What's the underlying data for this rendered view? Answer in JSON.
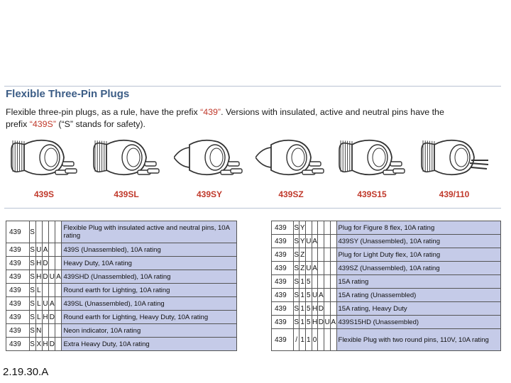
{
  "heading": "Flexible Three-Pin Plugs",
  "intro": {
    "line1_a": "Flexible three-pin plugs, as a rule, have the prefix ",
    "line1_code": "“439”",
    "line1_b": ". Versions with insulated, active and neutral pins have the",
    "line2_a": "prefix ",
    "line2_code": "“439S”",
    "line2_b": " (“S” stands for safety)."
  },
  "plugs": [
    {
      "label": "439S",
      "icon": "plug-icon"
    },
    {
      "label": "439SL",
      "icon": "plug-icon"
    },
    {
      "label": "439SY",
      "icon": "plug-icon"
    },
    {
      "label": "439SZ",
      "icon": "plug-icon"
    },
    {
      "label": "439S15",
      "icon": "plug-icon"
    },
    {
      "label": "439/110",
      "icon": "plug-icon"
    }
  ],
  "left_table": [
    {
      "prefix": "439",
      "chars": [
        "S",
        "",
        "",
        "",
        ""
      ],
      "desc": "Flexible Plug with insulated active and neutral pins, 10A rating",
      "tall": true
    },
    {
      "prefix": "439",
      "chars": [
        "S",
        "U",
        "A",
        "",
        ""
      ],
      "desc": "439S (Unassembled), 10A rating"
    },
    {
      "prefix": "439",
      "chars": [
        "S",
        "H",
        "D",
        "",
        ""
      ],
      "desc": "Heavy Duty, 10A rating"
    },
    {
      "prefix": "439",
      "chars": [
        "S",
        "H",
        "D",
        "U",
        "A"
      ],
      "desc": "439SHD (Unassembled), 10A rating"
    },
    {
      "prefix": "439",
      "chars": [
        "S",
        "L",
        "",
        "",
        ""
      ],
      "desc": "Round earth for Lighting, 10A rating"
    },
    {
      "prefix": "439",
      "chars": [
        "S",
        "L",
        "U",
        "A",
        ""
      ],
      "desc": "439SL (Unassembled), 10A rating"
    },
    {
      "prefix": "439",
      "chars": [
        "S",
        "L",
        "H",
        "D",
        ""
      ],
      "desc": "Round earth for Lighting, Heavy Duty, 10A rating"
    },
    {
      "prefix": "439",
      "chars": [
        "S",
        "N",
        "",
        "",
        ""
      ],
      "desc": "Neon indicator, 10A rating"
    },
    {
      "prefix": "439",
      "chars": [
        "S",
        "X",
        "H",
        "D",
        ""
      ],
      "desc": "Extra Heavy Duty, 10A rating"
    }
  ],
  "right_table": [
    {
      "prefix": "439",
      "chars": [
        "S",
        "Y",
        "",
        "",
        "",
        ""
      ],
      "desc": "Plug for Figure 8 flex, 10A rating"
    },
    {
      "prefix": "439",
      "chars": [
        "S",
        "Y",
        "U",
        "A",
        "",
        ""
      ],
      "desc": "439SY (Unassembled), 10A rating"
    },
    {
      "prefix": "439",
      "chars": [
        "S",
        "Z",
        "",
        "",
        "",
        ""
      ],
      "desc": "Plug for Light Duty flex, 10A rating"
    },
    {
      "prefix": "439",
      "chars": [
        "S",
        "Z",
        "U",
        "A",
        "",
        ""
      ],
      "desc": "439SZ (Unassembled), 10A rating"
    },
    {
      "prefix": "439",
      "chars": [
        "S",
        "1",
        "5",
        "",
        "",
        ""
      ],
      "desc": "15A rating"
    },
    {
      "prefix": "439",
      "chars": [
        "S",
        "1",
        "5",
        "U",
        "A",
        ""
      ],
      "desc": "15A rating (Unassembled)"
    },
    {
      "prefix": "439",
      "chars": [
        "S",
        "1",
        "5",
        "H",
        "D",
        ""
      ],
      "desc": "15A rating, Heavy Duty"
    },
    {
      "prefix": "439",
      "chars": [
        "S",
        "1",
        "5",
        "H",
        "D",
        "U",
        "A"
      ],
      "desc": "439S15HD (Unassembled)"
    },
    {
      "prefix": "439",
      "chars": [
        "/",
        "1",
        "1",
        "0",
        "",
        ""
      ],
      "desc": "Flexible Plug with two round pins, 110V, 10A rating",
      "tall": true
    }
  ],
  "figure_ref": "2.19.30.A"
}
